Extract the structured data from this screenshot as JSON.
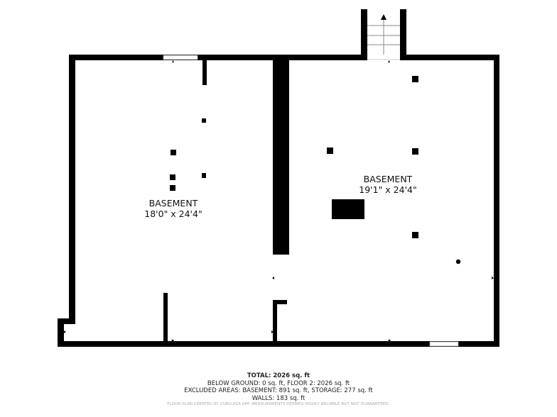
{
  "rooms": [
    {
      "name": "BASEMENT",
      "dimensions": "18'0\" x 24'4\""
    },
    {
      "name": "BASEMENT",
      "dimensions": "19'1\" x 24'4\""
    }
  ],
  "summary": {
    "total": "TOTAL: 2026 sq. ft",
    "below_ground": "BELOW GROUND: 0 sq. ft, FLOOR 2: 2026 sq. ft",
    "excluded": "EXCLUDED AREAS: BASEMENT: 891 sq. ft, STORAGE: 277 sq. ft",
    "walls": "WALLS: 183 sq. ft"
  },
  "disclaimer": "FLOOR PLAN CREATED BY CUBICASA APP. MEASUREMENTS DEEMED HIGHLY RELIABLE BUT NOT GUARANTEED.",
  "colors": {
    "wall": "#000000",
    "background": "#ffffff"
  }
}
